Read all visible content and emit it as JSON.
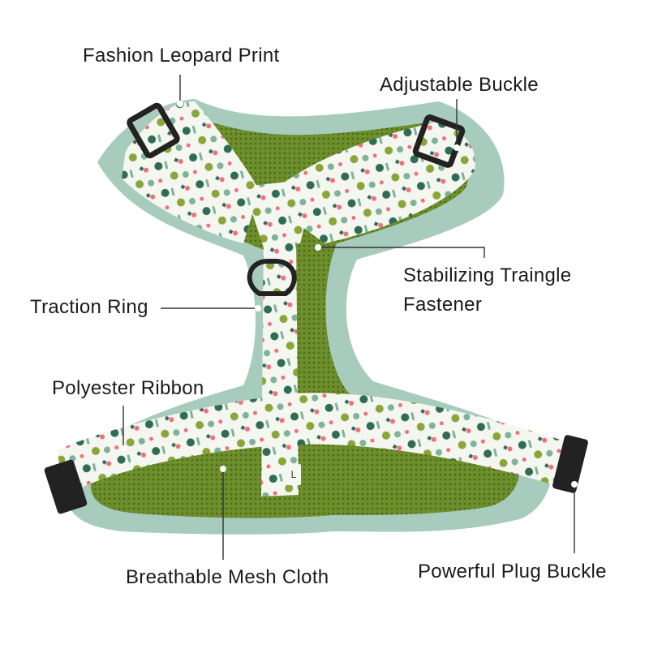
{
  "labels": {
    "fashion_print": "Fashion Leopard Print",
    "adjustable_buckle": "Adjustable Buckle",
    "stabilizing_line1": "Stabilizing Traingle",
    "stabilizing_line2": "Fastener",
    "traction_ring": "Traction Ring",
    "polyester_ribbon": "Polyester Ribbon",
    "mesh_cloth": "Breathable Mesh Cloth",
    "plug_buckle": "Powerful Plug Buckle"
  },
  "size_tag": "L",
  "colors": {
    "trim": "#a7ccbe",
    "mesh": "#6d8f2c",
    "ribbon_bg": "#f4f6f0",
    "cactus_dark": "#2f6b55",
    "cactus_light": "#7fb29a",
    "cactus_green": "#8aa63a",
    "flower_pink": "#f0707a",
    "buckle": "#222222"
  },
  "icons": {
    "harness": "dog-harness-image",
    "buckle": "buckle-icon",
    "ring": "d-ring-icon"
  }
}
